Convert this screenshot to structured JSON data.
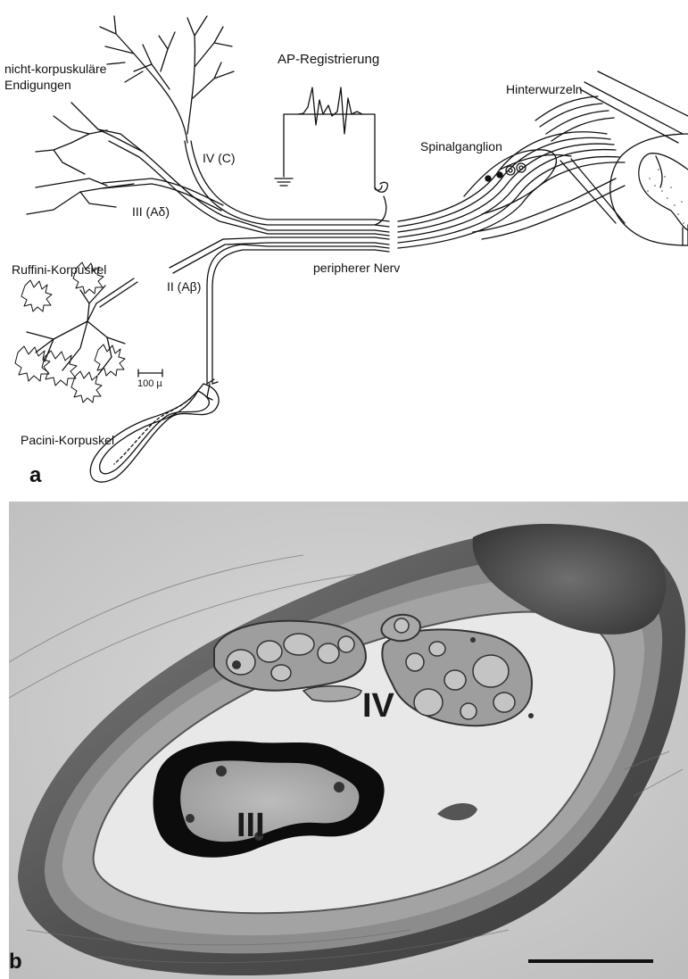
{
  "panel_a": {
    "letter": "a",
    "labels": {
      "nonCorpuscular": [
        "nicht-korpuskuläre",
        "Endigungen"
      ],
      "apRecording": "AP-Registrierung",
      "dorsalRoots": "Hinterwurzeln",
      "spinalGanglion": "Spinalganglion",
      "fiberIV": "IV (C)",
      "fiberIII": "III (Aδ)",
      "fiberII": "II (Aβ)",
      "ruffini": "Ruffini-Korpuskel",
      "peripheralNerve": "peripherer Nerv",
      "scale": "100 µ",
      "pacini": "Pacini-Korpuskel"
    }
  },
  "panel_b": {
    "letter": "b",
    "labels": {
      "groupIV": "IV",
      "groupIII": "III"
    }
  },
  "colors": {
    "ink": "#111111",
    "em_background": "#e4e4e4",
    "myelin": "#0c0c0c"
  }
}
